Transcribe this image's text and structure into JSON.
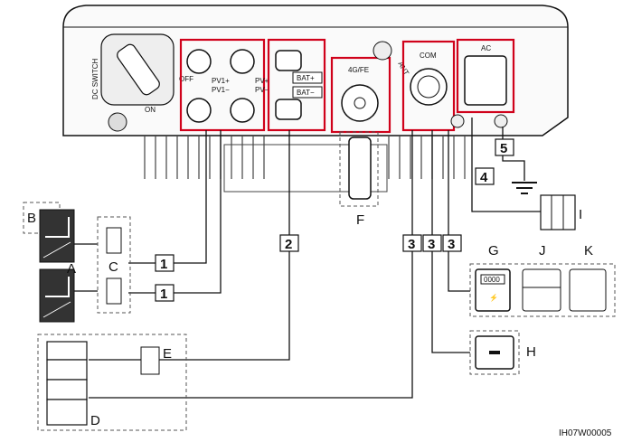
{
  "inverter": {
    "dc_switch_label": "DC SWITCH",
    "off_label": "OFF",
    "on_label": "ON",
    "pv1_plus": "PV1+",
    "pv1_minus": "PV1−",
    "pv2_plus": "PV+",
    "pv2_minus": "PV−",
    "bat_plus": "BAT+",
    "bat_minus": "BAT−",
    "fe_4g": "4G/FE",
    "ant_label": "ANT",
    "com_label": "COM",
    "ac_label": "AC"
  },
  "callouts": {
    "a": "A",
    "b": "B",
    "c": "C",
    "d": "D",
    "e": "E",
    "f": "F",
    "g": "G",
    "h": "H",
    "i": "I",
    "j": "J",
    "k": "K"
  },
  "cables": {
    "c1a": "1",
    "c1b": "1",
    "c2": "2",
    "c3a": "3",
    "c3b": "3",
    "c3c": "3",
    "c4": "4",
    "c5": "5"
  },
  "meter_display": "0000",
  "figure_code": "IH07W00005",
  "colors": {
    "highlight": "#d0021b",
    "line": "#111111",
    "dash": "#555555",
    "panel": "#333333"
  }
}
